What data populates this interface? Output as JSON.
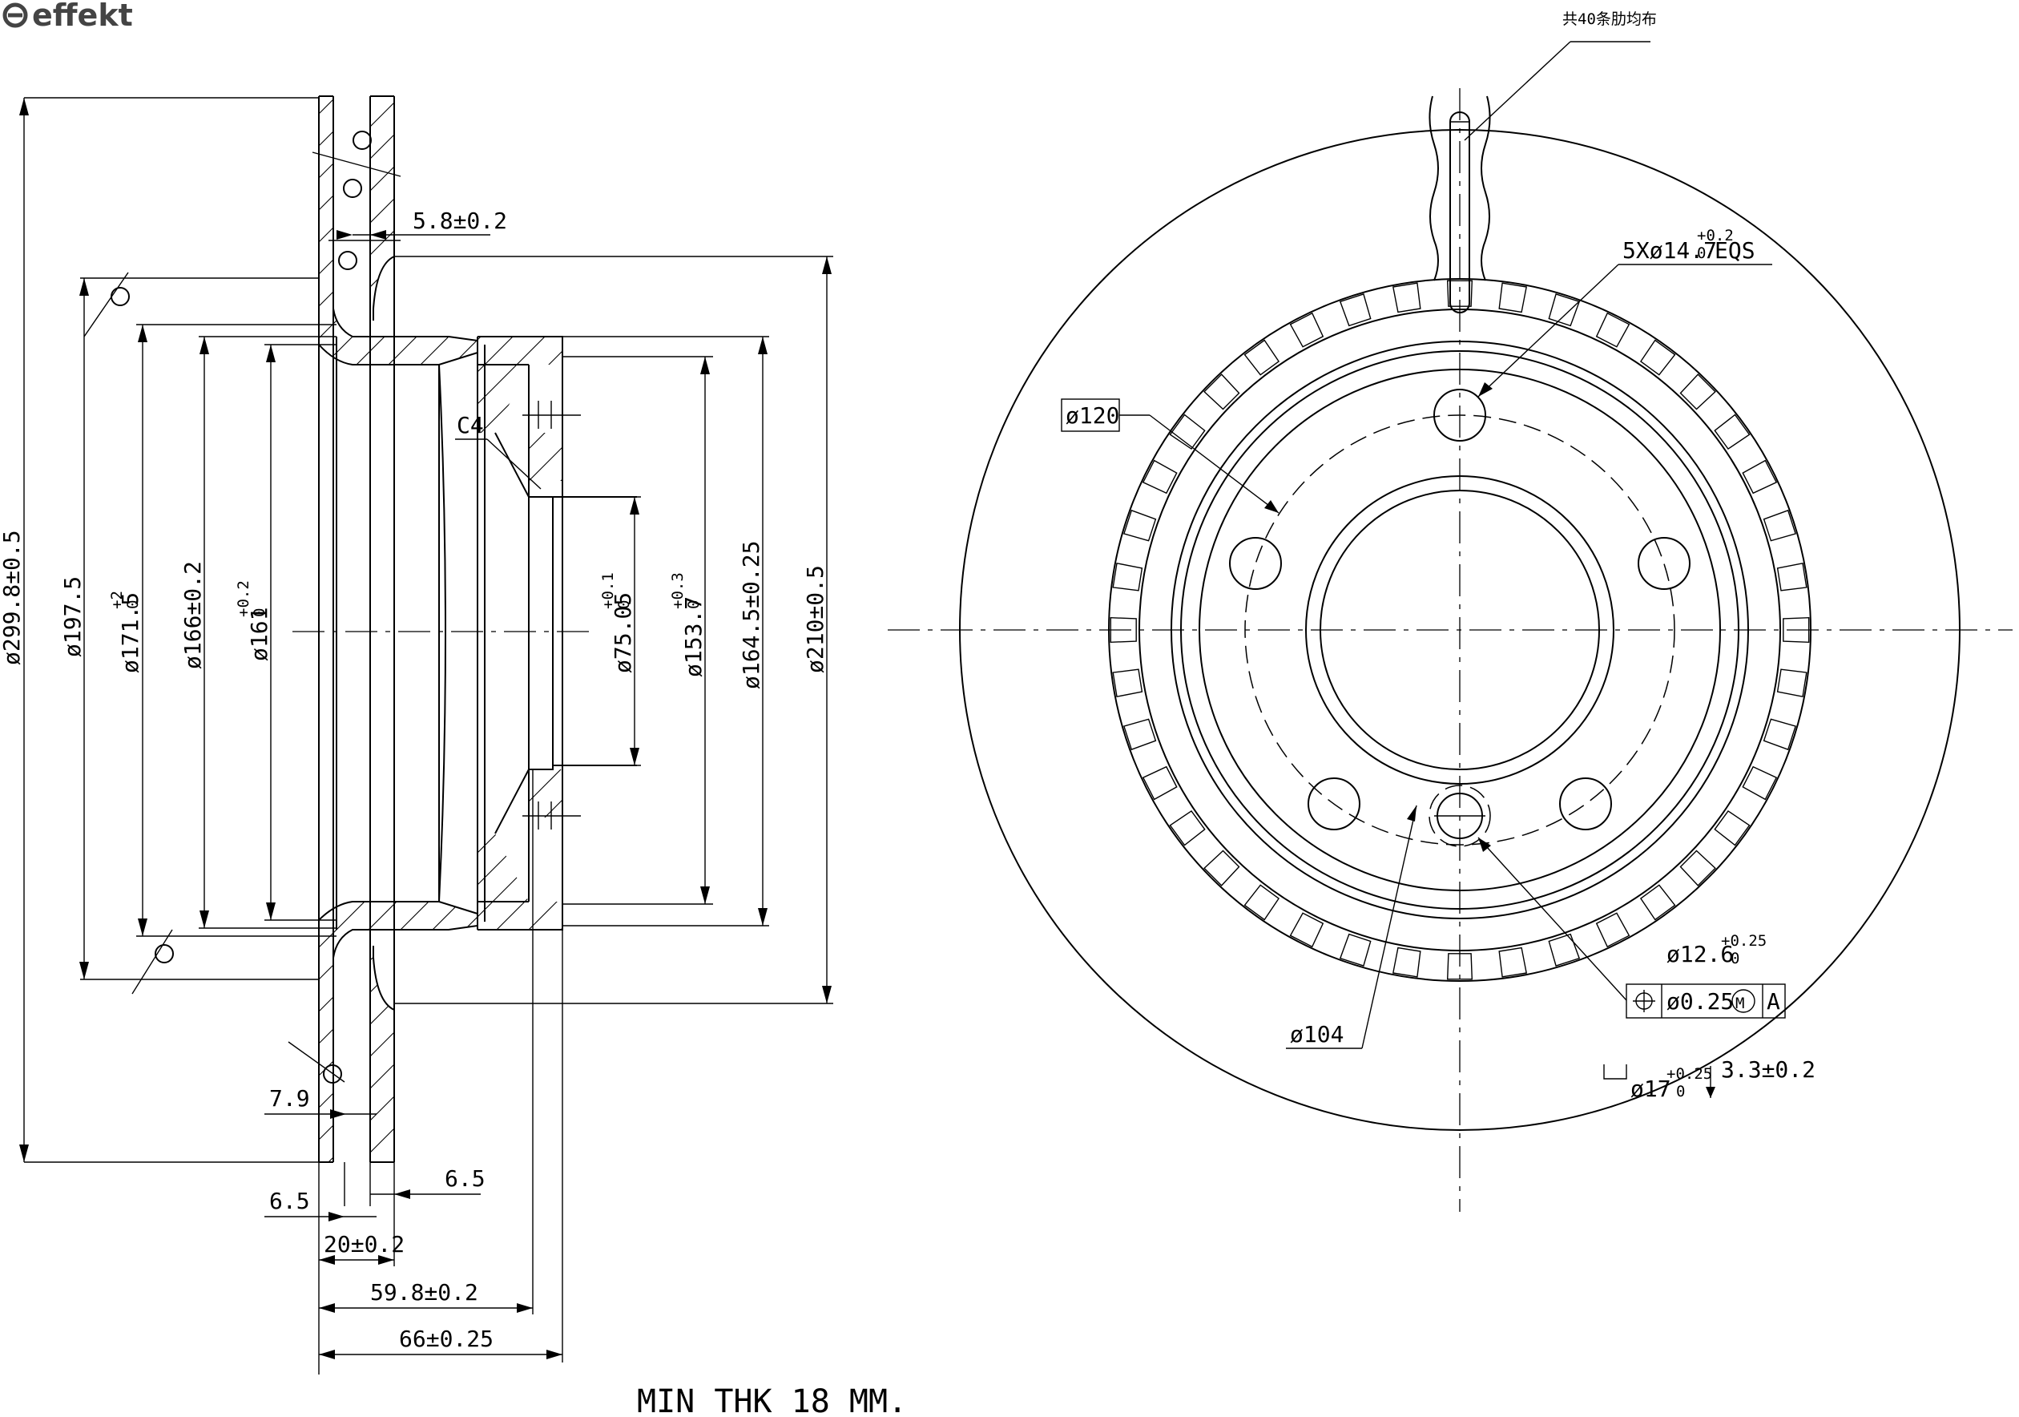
{
  "brand": {
    "logo_text": "effekt"
  },
  "side_view": {
    "dims": {
      "outer_diameter": "ø299.8±0.5",
      "d197": "ø197.5",
      "d171_base": "ø171.5",
      "d171_tol_upper": "+2",
      "d171_tol_lower": "0",
      "d166": "ø166±0.2",
      "d161_base": "ø161",
      "d161_tol_upper": "+0.2",
      "d161_tol_lower": "0",
      "center_bore_base": "ø75.05",
      "center_bore_tol_upper": "+0.1",
      "center_bore_tol_lower": "0",
      "d153_base": "ø153.7",
      "d153_tol_upper": "+0.3",
      "d153_tol_lower": "0",
      "d164": "ø164.5±0.25",
      "d210": "ø210±0.5",
      "rib": "5.8±0.2",
      "chamfer": "C4",
      "plate_79": "7.9",
      "plate_65_left": "6.5",
      "plate_65_right": "6.5",
      "thickness": "20±0.2",
      "height_598": "59.8±0.2",
      "height_66": "66±0.25"
    },
    "min_thickness_note": "MIN THK 18 MM."
  },
  "front_view": {
    "rib_note": "共40条肋均布",
    "bolt_holes_base": "5Xø14.7",
    "bolt_holes_tol_upper": "+0.2",
    "bolt_holes_tol_lower": "0",
    "bolt_holes_suffix": "EQS",
    "pcd_120": "ø120",
    "pcd_104": "ø104",
    "hole_base": "ø12.6",
    "hole_tol_upper": "+0.25",
    "hole_tol_lower": "0",
    "gdt_tolerance": "ø0.25",
    "gdt_modifier": "M",
    "gdt_datum": "A",
    "cbore_base": "ø17",
    "cbore_tol_upper": "+0.25",
    "cbore_tol_lower": "0",
    "cbore_depth": "3.3±0.2"
  }
}
